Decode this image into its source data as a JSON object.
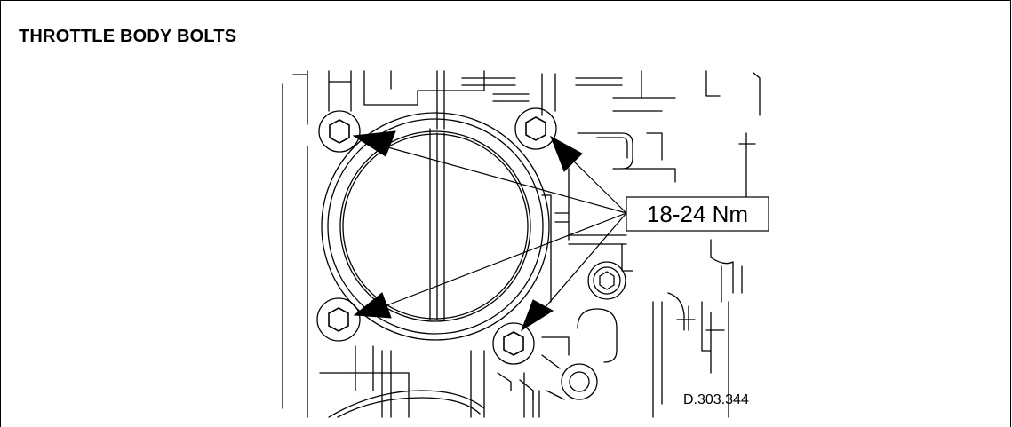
{
  "title": "THROTTLE BODY BOLTS",
  "callout": {
    "torque": "18-24 Nm"
  },
  "figure_ref": "D.303.344"
}
